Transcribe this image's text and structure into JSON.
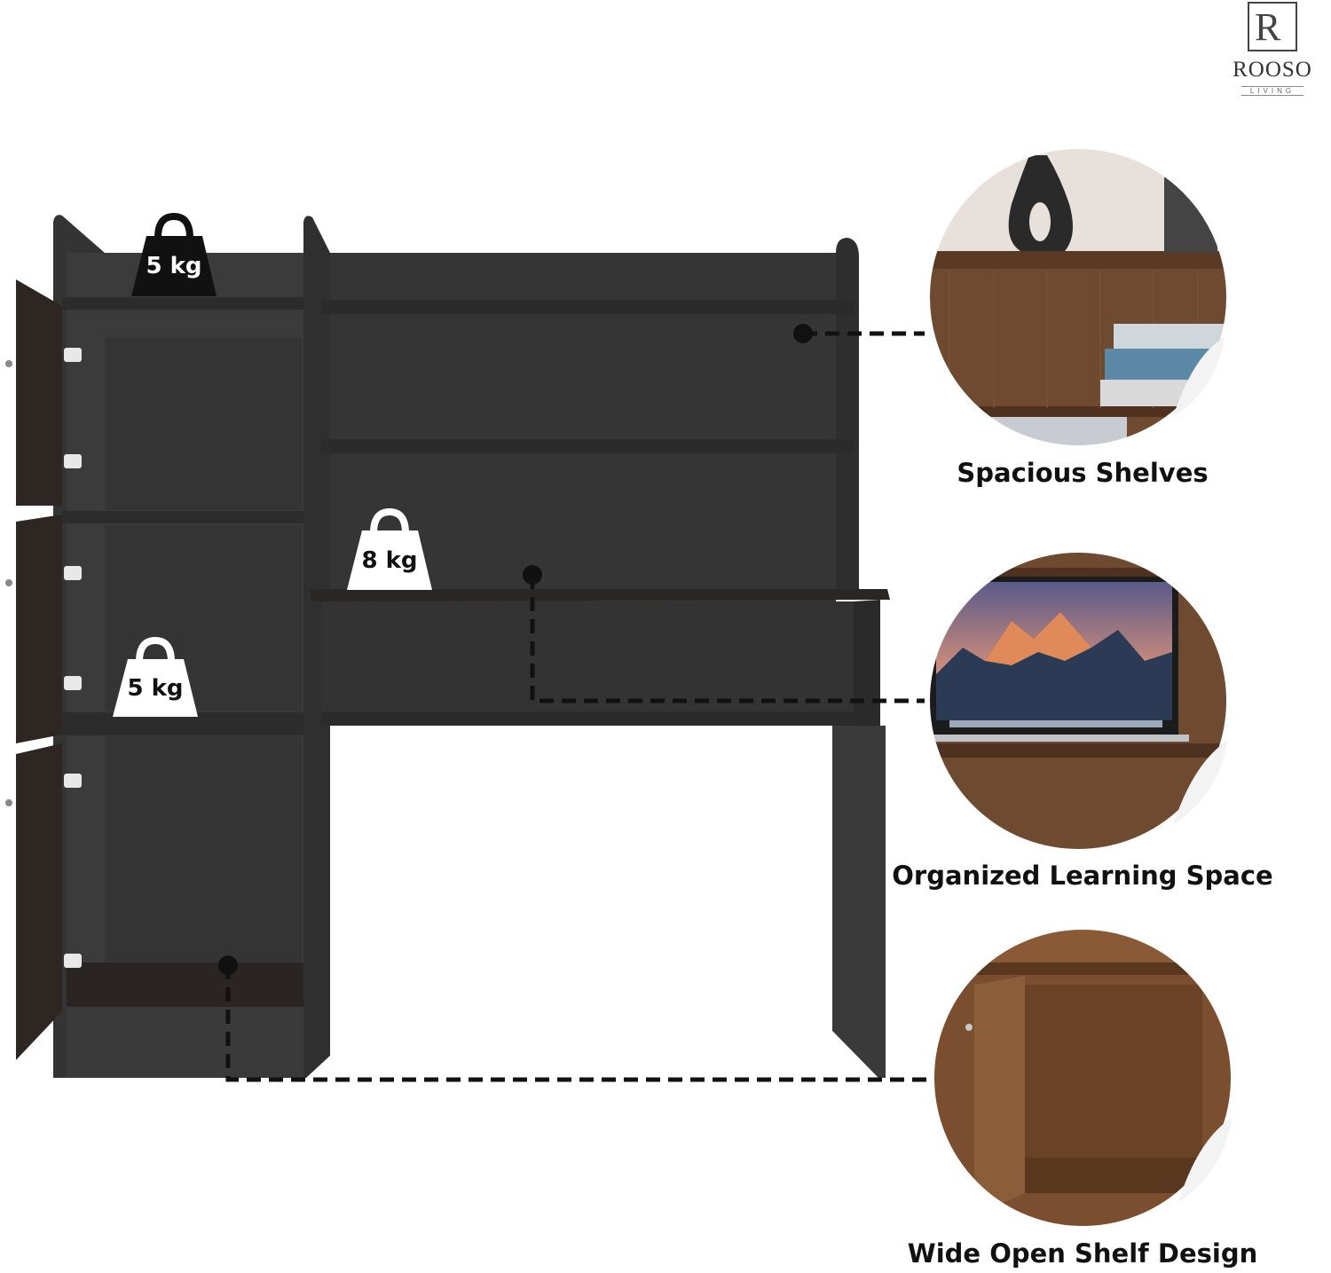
{
  "brand": {
    "logo_letter": "R",
    "name": "ROOSO",
    "tagline": "LIVING"
  },
  "weights": {
    "top_compartment": "5 kg",
    "desk_top": "8 kg",
    "middle_compartment": "5 kg"
  },
  "features": [
    {
      "label": "Spacious Shelves"
    },
    {
      "label": "Organized Learning Space"
    },
    {
      "label": "Wide Open Shelf Design"
    }
  ],
  "colors": {
    "furniture": "#3a3a3a",
    "furniture_dark": "#2a2a2a",
    "wood": "#6b4428",
    "text": "#111111",
    "background": "#ffffff"
  }
}
